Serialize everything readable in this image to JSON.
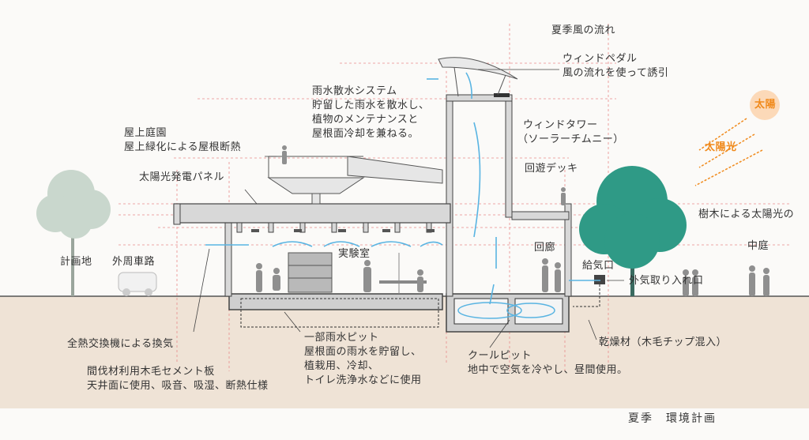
{
  "caption": "夏季　環境計画",
  "labels": {
    "summer_wind": "夏季風の流れ",
    "wind_pedal": "ウィンドペダル",
    "wind_pedal_desc": "風の流れを使って誘引",
    "rain_system": "雨水散水システム",
    "rain_desc_1": "貯留した雨水を散水し、",
    "rain_desc_2": "植物のメンテナンスと",
    "rain_desc_3": "屋根面冷却を兼ねる。",
    "sun": "太陽",
    "sunlight": "太陽光",
    "wind_tower": "ウィンドタワー",
    "solar_chimney": "（ソーラーチムニー）",
    "rooftop_garden": "屋上庭園",
    "roof_greening": "屋上緑化による屋根断熱",
    "circuit_deck": "回遊デッキ",
    "solar_panel": "太陽光発電パネル",
    "tree_sunlight": "樹木による太陽光の",
    "laboratory": "実験室",
    "corridor": "回廊",
    "courtyard": "中庭",
    "site": "計画地",
    "outer_road": "外周車路",
    "air_supply": "給気口",
    "air_intake": "外気取り入れ口",
    "rain_pit": "一部雨水ピット",
    "rain_pit_desc_1": "屋根面の雨水を貯留し、",
    "rain_pit_desc_2": "植栽用、冷却、",
    "rain_pit_desc_3": "トイレ洗浄水などに使用",
    "heat_exchanger": "全熱交換機による換気",
    "drying_material": "乾燥材（木毛チップ混入）",
    "cool_pit": "クールピット",
    "cool_pit_desc": "地中で空気を冷やし、昼間使用。",
    "cement_board": "間伐材利用木毛セメント板",
    "cement_board_desc": "天井面に使用、吸音、吸湿、断熱仕様"
  }
}
